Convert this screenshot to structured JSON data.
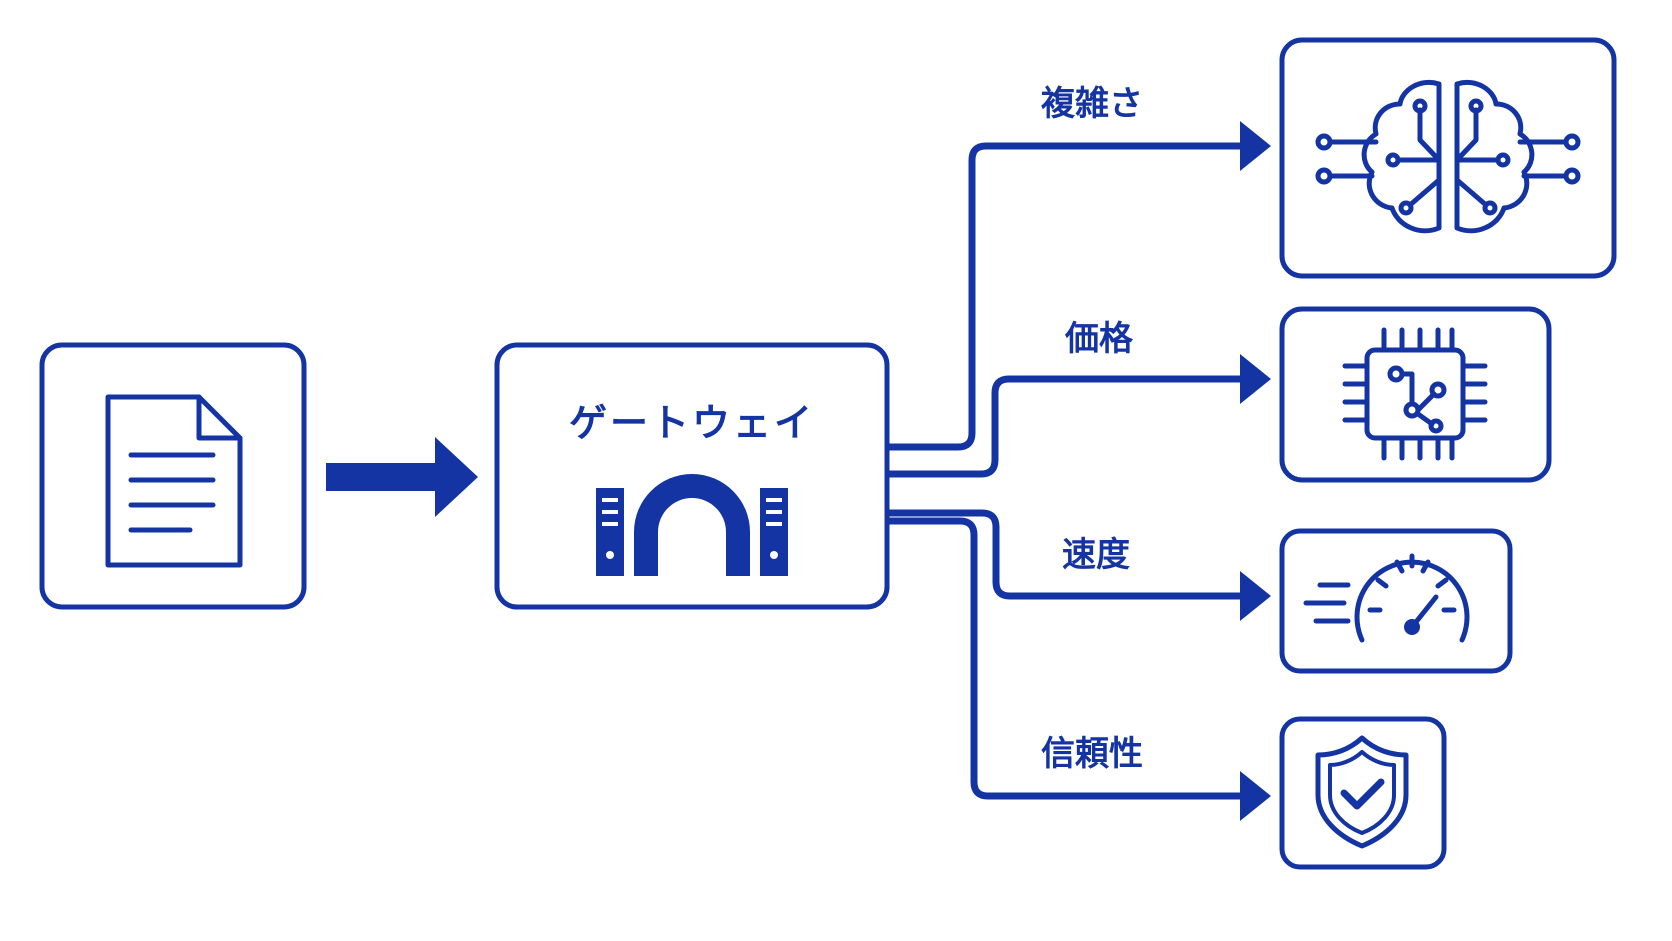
{
  "colors": {
    "primary": "#1434a4",
    "background": "#ffffff"
  },
  "gateway": {
    "title": "ゲートウェイ",
    "icon": "gateway-arch-servers-icon"
  },
  "input": {
    "icon": "document-icon"
  },
  "routes": [
    {
      "label": "複雑さ",
      "icon": "brain-circuit-icon"
    },
    {
      "label": "価格",
      "icon": "chip-icon"
    },
    {
      "label": "速度",
      "icon": "speedometer-icon"
    },
    {
      "label": "信頼性",
      "icon": "shield-check-icon"
    }
  ]
}
